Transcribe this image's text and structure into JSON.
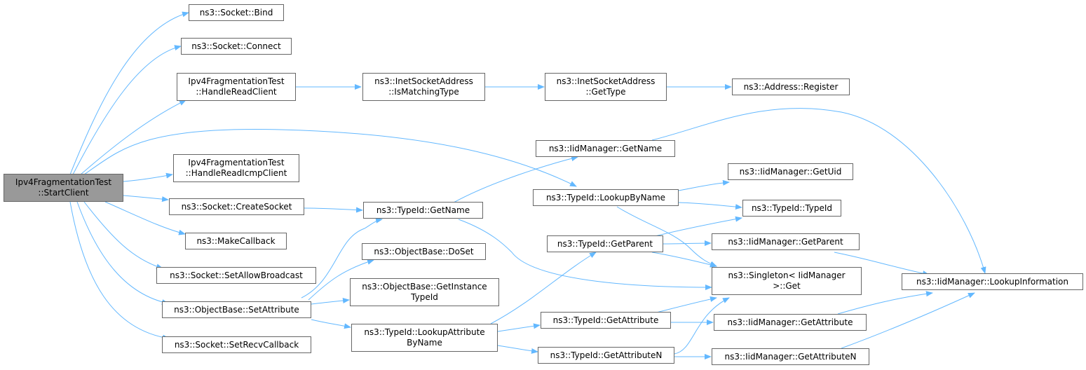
{
  "diagram": {
    "colors": {
      "edge": "#63b8ff",
      "root_fill": "#999999",
      "node_border": "#666666"
    },
    "nodes": {
      "start_client": [
        "Ipv4FragmentationTest",
        "::StartClient"
      ],
      "bind": [
        "ns3::Socket::Bind"
      ],
      "connect": [
        "ns3::Socket::Connect"
      ],
      "handle_read_client": [
        "Ipv4FragmentationTest",
        "::HandleReadClient"
      ],
      "is_matching_type": [
        "ns3::InetSocketAddress",
        "::IsMatchingType"
      ],
      "inet_get_type": [
        "ns3::InetSocketAddress",
        "::GetType"
      ],
      "address_register": [
        "ns3::Address::Register"
      ],
      "handle_read_icmp_client": [
        "Ipv4FragmentationTest",
        "::HandleReadIcmpClient"
      ],
      "create_socket": [
        "ns3::Socket::CreateSocket"
      ],
      "make_callback": [
        "ns3::MakeCallback"
      ],
      "set_allow_broadcast": [
        "ns3::Socket::SetAllowBroadcast"
      ],
      "set_attribute": [
        "ns3::ObjectBase::SetAttribute"
      ],
      "set_recv_callback": [
        "ns3::Socket::SetRecvCallback"
      ],
      "typeid_get_name": [
        "ns3::TypeId::GetName"
      ],
      "do_set": [
        "ns3::ObjectBase::DoSet"
      ],
      "get_instance_type_id": [
        "ns3::ObjectBase::GetInstance",
        "TypeId"
      ],
      "lookup_attribute_by_name": [
        "ns3::TypeId::LookupAttribute",
        "ByName"
      ],
      "iid_get_name": [
        "ns3::IidManager::GetName"
      ],
      "lookup_by_name": [
        "ns3::TypeId::LookupByName"
      ],
      "typeid_get_parent": [
        "ns3::TypeId::GetParent"
      ],
      "typeid_get_attribute": [
        "ns3::TypeId::GetAttribute"
      ],
      "typeid_get_attribute_n": [
        "ns3::TypeId::GetAttributeN"
      ],
      "iid_get_uid": [
        "ns3::IidManager::GetUid"
      ],
      "typeid_typeid": [
        "ns3::TypeId::TypeId"
      ],
      "iid_get_parent": [
        "ns3::IidManager::GetParent"
      ],
      "singleton_get": [
        "ns3::Singleton< IidManager",
        ">::Get"
      ],
      "iid_get_attribute": [
        "ns3::IidManager::GetAttribute"
      ],
      "iid_get_attribute_n": [
        "ns3::IidManager::GetAttributeN"
      ],
      "iid_lookup_information": [
        "ns3::IidManager::LookupInformation"
      ]
    }
  }
}
